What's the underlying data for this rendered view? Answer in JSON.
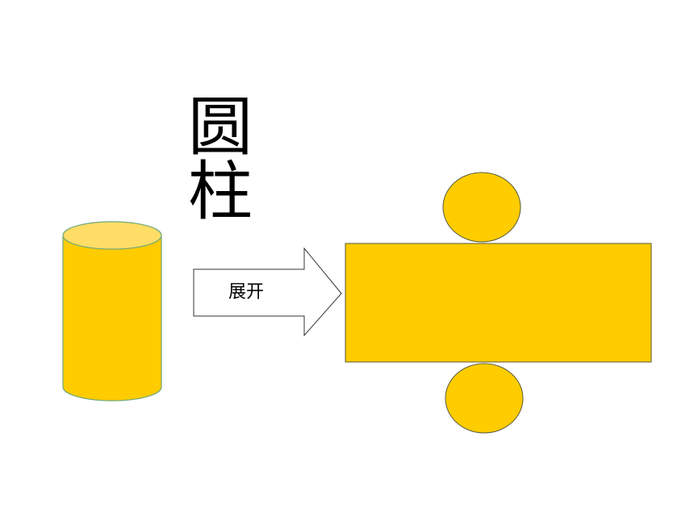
{
  "title": {
    "chars": [
      "圆",
      "柱"
    ]
  },
  "arrow": {
    "label": "展开"
  },
  "colors": {
    "fill": "#ffcc00",
    "cylinder_top": "#ffdd66",
    "cylinder_stroke": "#6fa87a",
    "net_stroke": "#5a5a3a",
    "arrow_stroke": "#333333",
    "arrow_fill": "#ffffff",
    "text": "#000000"
  }
}
